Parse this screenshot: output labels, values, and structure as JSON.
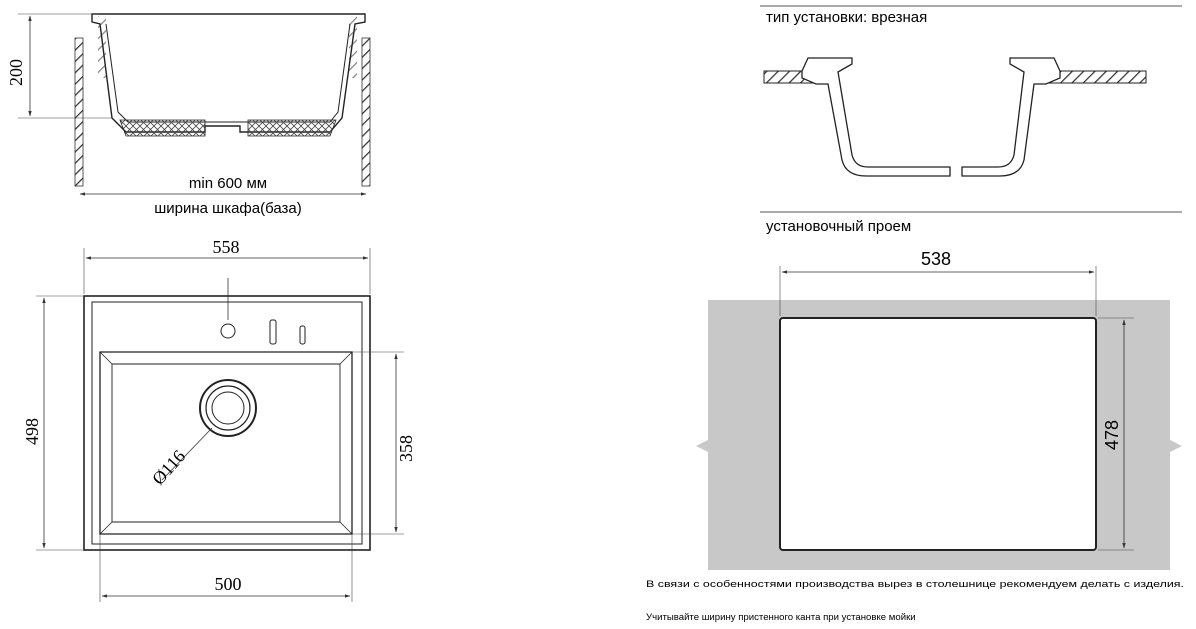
{
  "side_view": {
    "depth": "200",
    "min_cabinet": "min 600 мм",
    "cabinet_label": "ширина шкафа(база)"
  },
  "top_view": {
    "outer_width": "558",
    "outer_height": "498",
    "bowl_height": "358",
    "bowl_width": "500",
    "drain": "Ø116"
  },
  "install": {
    "type_label": "тип установки: врезная",
    "cutout_label": "установочный проем",
    "cutout_width": "538",
    "cutout_height": "478"
  },
  "notes": {
    "line1": "В связи с особенностями производства вырез в столешнице рекомендуем делать с изделия.",
    "line2": "Учитывайте ширину пристенного канта при установке мойки"
  }
}
